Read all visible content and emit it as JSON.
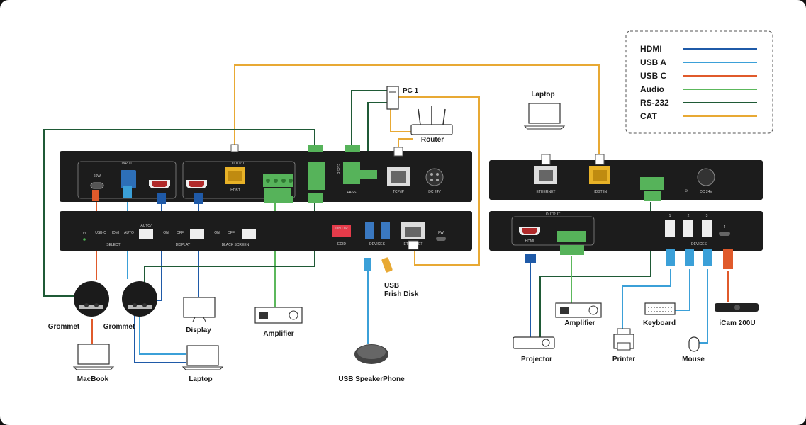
{
  "colors": {
    "hdmi": "#1f5aa8",
    "usb_a": "#3ba0d8",
    "usb_c": "#e05a2b",
    "audio": "#5cb85c",
    "rs232": "#1f5a36",
    "cat": "#e8a934",
    "device_body": "#1c1c1c"
  },
  "legend": [
    {
      "label": "HDMI",
      "color_key": "hdmi"
    },
    {
      "label": "USB A",
      "color_key": "usb_a"
    },
    {
      "label": "USB C",
      "color_key": "usb_c"
    },
    {
      "label": "Audio",
      "color_key": "audio"
    },
    {
      "label": "RS-232",
      "color_key": "rs232"
    },
    {
      "label": "CAT",
      "color_key": "cat"
    }
  ],
  "transmitter": {
    "input_label": "INPUT",
    "output_label": "OUTPUT",
    "usbc_power": "60W",
    "hdbt_label": "HDBT",
    "rs232_label": "RS232",
    "pass_label": "PASS",
    "tcpip_label": "TCP/IP",
    "dc_label": "DC 24V",
    "select_options": [
      "USB-C",
      "HDMI",
      "AUTO"
    ],
    "auto_button": "AUTO/",
    "select_label": "SELECT",
    "display_label": "DISPLAY",
    "black_screen_label": "BLACK SCREEN",
    "on_label": "ON",
    "off_label": "OFF",
    "edid_label": "EDID",
    "dip_label": "ON DIP",
    "devices_label": "DEVICES",
    "ethernet_label": "ETHERNET",
    "fw_label": "FW"
  },
  "receiver": {
    "ethernet_label": "ETHERNET",
    "hdbt_in_label": "HDBT IN",
    "dc_label": "DC 24V",
    "output_label": "OUTPUT",
    "hdmi_label": "HDMI",
    "devices_label": "DEVICES",
    "port_numbers": [
      "1",
      "2",
      "3",
      "4"
    ]
  },
  "labels": {
    "pc1": "PC 1",
    "router": "Router",
    "laptop_top": "Laptop",
    "grommet_left": "Grommet",
    "grommet_right": "Grommet",
    "display": "Display",
    "amplifier_left": "Amplifier",
    "usb_flash": "USB\nFrish Disk",
    "usb_speaker": "USB SpeakerPhone",
    "macbook": "MacBook",
    "laptop_bottom": "Laptop",
    "projector": "Projector",
    "amplifier_right": "Amplifier",
    "printer": "Printer",
    "keyboard": "Keyboard",
    "mouse": "Mouse",
    "icam": "iCam 200U"
  }
}
